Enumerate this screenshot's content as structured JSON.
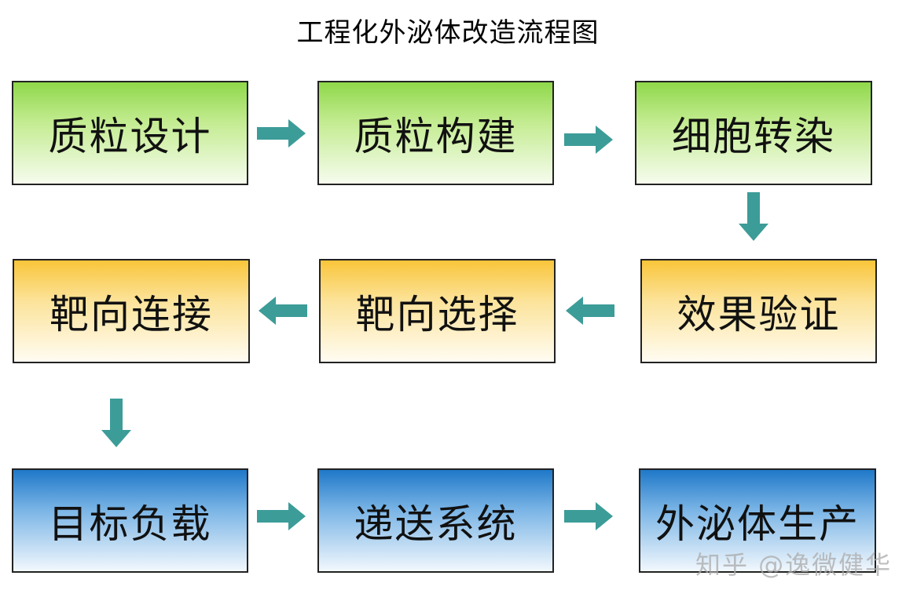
{
  "title": "工程化外泌体改造流程图",
  "steps": [
    "质粒设计",
    "质粒构建",
    "细胞转染",
    "效果验证",
    "靶向选择",
    "靶向连接",
    "目标负载",
    "递送系统",
    "外泌体生产"
  ],
  "watermark": "知乎 @逸微健华",
  "colors": {
    "row1": "#8fd84a",
    "row2": "#f9c53a",
    "row3": "#1f78c8",
    "arrow": "#3c9c98"
  }
}
